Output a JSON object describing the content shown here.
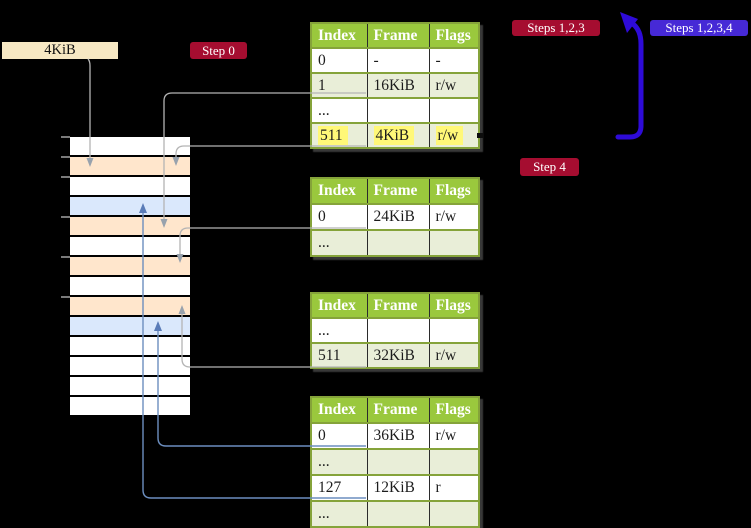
{
  "labels": {
    "page_size": "4KiB",
    "step0": "Step 0",
    "steps123": "Steps 1,2,3",
    "steps1234": "Steps 1,2,3,4",
    "step4": "Step 4"
  },
  "tables": [
    {
      "name": "page-table-level-1",
      "headers": [
        "Index",
        "Frame",
        "Flags"
      ],
      "rows": [
        {
          "cells": [
            "0",
            "-",
            "-"
          ],
          "shade": "white",
          "highlight": false
        },
        {
          "cells": [
            "1",
            "16KiB",
            "r/w"
          ],
          "shade": "green",
          "highlight": false
        },
        {
          "cells": [
            "...",
            "",
            ""
          ],
          "shade": "white",
          "highlight": false
        },
        {
          "cells": [
            "511",
            "4KiB",
            "r/w"
          ],
          "shade": "green",
          "highlight": true
        }
      ]
    },
    {
      "name": "page-table-level-2",
      "headers": [
        "Index",
        "Frame",
        "Flags"
      ],
      "rows": [
        {
          "cells": [
            "0",
            "24KiB",
            "r/w"
          ],
          "shade": "white",
          "highlight": false
        },
        {
          "cells": [
            "...",
            "",
            ""
          ],
          "shade": "green",
          "highlight": false
        }
      ]
    },
    {
      "name": "page-table-level-3",
      "headers": [
        "Index",
        "Frame",
        "Flags"
      ],
      "rows": [
        {
          "cells": [
            "...",
            "",
            ""
          ],
          "shade": "white",
          "highlight": false
        },
        {
          "cells": [
            "511",
            "32KiB",
            "r/w"
          ],
          "shade": "green",
          "highlight": false
        }
      ]
    },
    {
      "name": "page-table-level-4",
      "headers": [
        "Index",
        "Frame",
        "Flags"
      ],
      "rows": [
        {
          "cells": [
            "0",
            "36KiB",
            "r/w"
          ],
          "shade": "white",
          "highlight": false
        },
        {
          "cells": [
            "...",
            "",
            ""
          ],
          "shade": "green",
          "highlight": false
        },
        {
          "cells": [
            "127",
            "12KiB",
            "r"
          ],
          "shade": "white",
          "highlight": false
        },
        {
          "cells": [
            "...",
            "",
            ""
          ],
          "shade": "green",
          "highlight": false
        }
      ]
    }
  ],
  "memory_strip": {
    "rows": [
      "white",
      "orange",
      "white",
      "blue",
      "orange",
      "white",
      "orange",
      "white",
      "orange",
      "blue",
      "white",
      "white",
      "white",
      "white"
    ]
  },
  "colors": {
    "background": "#000000",
    "table_header_bg": "#9ac83d",
    "table_row_green": "#e9eed8",
    "table_border": "#85a33a",
    "highlight_yellow": "#fff878",
    "strip_orange": "#ffe6cc",
    "strip_blue": "#dae8fc",
    "gray_connector": "#b4b4b4",
    "blue_connector": "#6c8ebf",
    "loop_arrow_blue": "#2e0bd8",
    "badge_crimson": "#a50d30",
    "badge_violet": "#4629d6",
    "label_box_bg": "#f7e8c3"
  }
}
